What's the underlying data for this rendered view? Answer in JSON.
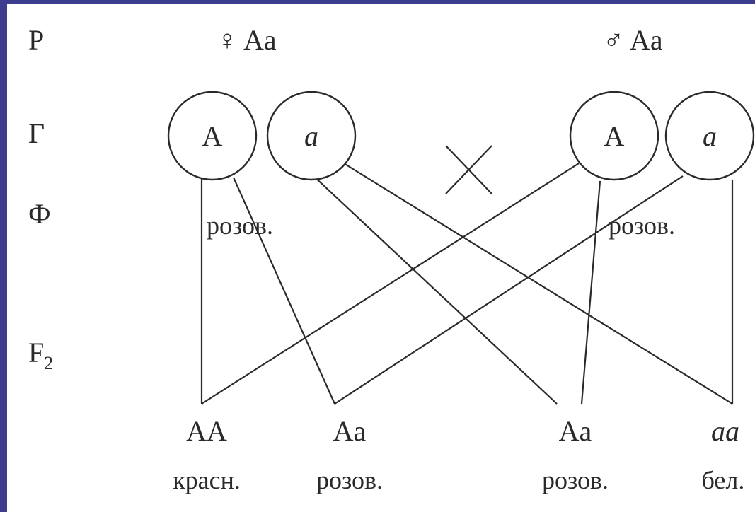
{
  "rows": {
    "parents": "P",
    "gametes": "Г",
    "phenotype": "Ф",
    "f2": "F"
  },
  "f2_subscript": "2",
  "parents": {
    "female": {
      "symbol": "♀",
      "genotype": "Aa"
    },
    "male": {
      "symbol": "♂",
      "genotype": "Aa"
    }
  },
  "gametes": {
    "female": [
      "A",
      "a"
    ],
    "male": [
      "A",
      "a"
    ]
  },
  "cross_symbol": "×",
  "parent_phenotypes": {
    "female": "розов.",
    "male": "розов."
  },
  "offspring": [
    {
      "genotype": "AA",
      "phenotype": "красн."
    },
    {
      "genotype": "Aa",
      "phenotype": "розов."
    },
    {
      "genotype": "Aa",
      "phenotype": "розов."
    },
    {
      "genotype": "aa",
      "phenotype": "бел."
    }
  ],
  "colors": {
    "frame": "#3d3d8f",
    "background": "#ffffff",
    "ink": "#2a2a2a"
  }
}
